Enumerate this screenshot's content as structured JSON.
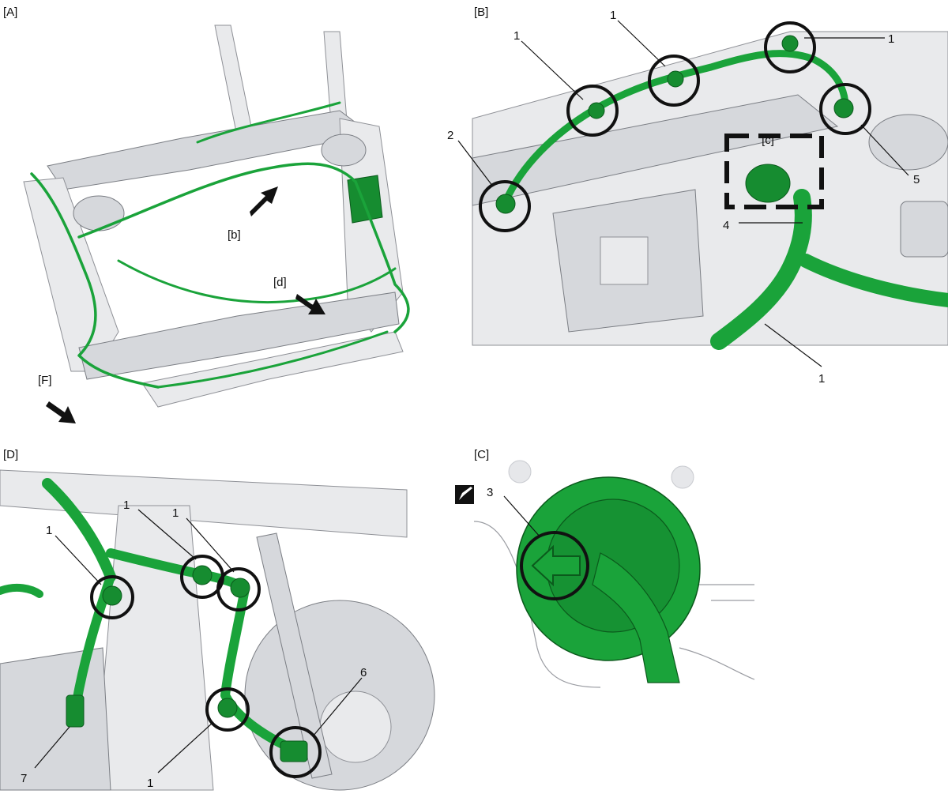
{
  "panels": {
    "A": {
      "label": "[A]"
    },
    "B": {
      "label": "[B]"
    },
    "C": {
      "label": "[C]"
    },
    "D": {
      "label": "[D]"
    }
  },
  "view_labels": {
    "b": "[b]",
    "d": "[d]",
    "F": "[F]",
    "c": "[c]"
  },
  "callouts": {
    "one": "1",
    "two": "2",
    "three": "3",
    "four": "4",
    "five": "5",
    "six": "6",
    "seven": "7"
  },
  "colors": {
    "harness_green": "#1aa33a",
    "connector_green": "#168c30",
    "metal": "#e9eaec",
    "outline": "#111111"
  },
  "icons": {
    "note_symbol": "pencil-note-icon"
  }
}
